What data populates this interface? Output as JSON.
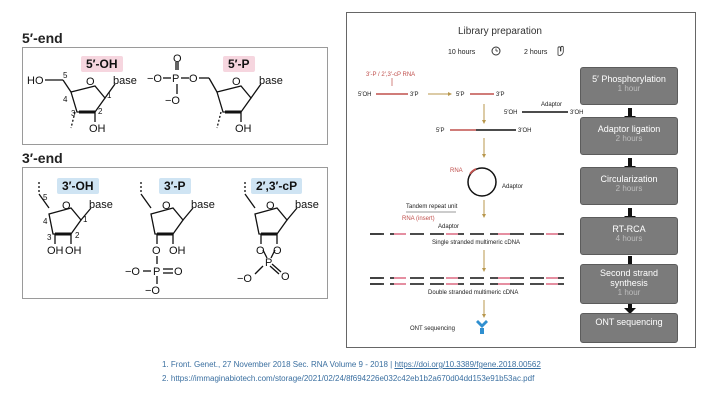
{
  "left": {
    "five_end_title": "5′-end",
    "three_end_title": "3′-end",
    "tags5": [
      "5′-OH",
      "5′-P"
    ],
    "tags3": [
      "3′-OH",
      "3′-P",
      "2′,3′-cP"
    ],
    "chem": {
      "base": "base",
      "oh": "OH",
      "ho": "HO",
      "o": "O",
      "p": "P",
      "minus_o": "−O",
      "num1": "1",
      "num2": "2",
      "num3": "3",
      "num4": "4",
      "num5": "5"
    }
  },
  "library": {
    "title": "Library preparation",
    "time_10": "10 hours",
    "time_2": "2 hours",
    "rna_type": "3′-P / 2′,3′-cP RNA",
    "adaptor": "Adaptor",
    "rna": "RNA",
    "tandem": "Tandem repeat unit",
    "rna_insert": "RNA (insert)",
    "ss_cdna": "Single stranded multimeric cDNA",
    "ds_cdna": "Double stranded multimeric cDNA",
    "ont_seq": "ONT sequencing",
    "labels_5p": [
      "5′OH",
      "3′P",
      "5′P",
      "3′P",
      "5′OH",
      "3′OH",
      "5′P",
      "3′OH"
    ],
    "steps": [
      {
        "name": "5′ Phosphorylation",
        "time": "1 hour"
      },
      {
        "name": "Adaptor ligation",
        "time": "2 hours"
      },
      {
        "name": "Circularization",
        "time": "2 hours"
      },
      {
        "name": "RT-RCA",
        "time": "4 hours"
      },
      {
        "name": "Second strand synthesis",
        "time": "1 hour"
      },
      {
        "name": "ONT sequencing",
        "time": ""
      }
    ]
  },
  "refs": {
    "ref1_text": "1. Front. Genet., 27 November 2018 Sec. RNA Volume 9 - 2018 | ",
    "ref1_link": "https://doi.org/10.3389/fgene.2018.00562",
    "ref2_text": "2. https://immaginabiotech.com/storage/2021/02/24/8f694226e032c42eb1b2a670d04dd153e91b53ac.pdf"
  }
}
